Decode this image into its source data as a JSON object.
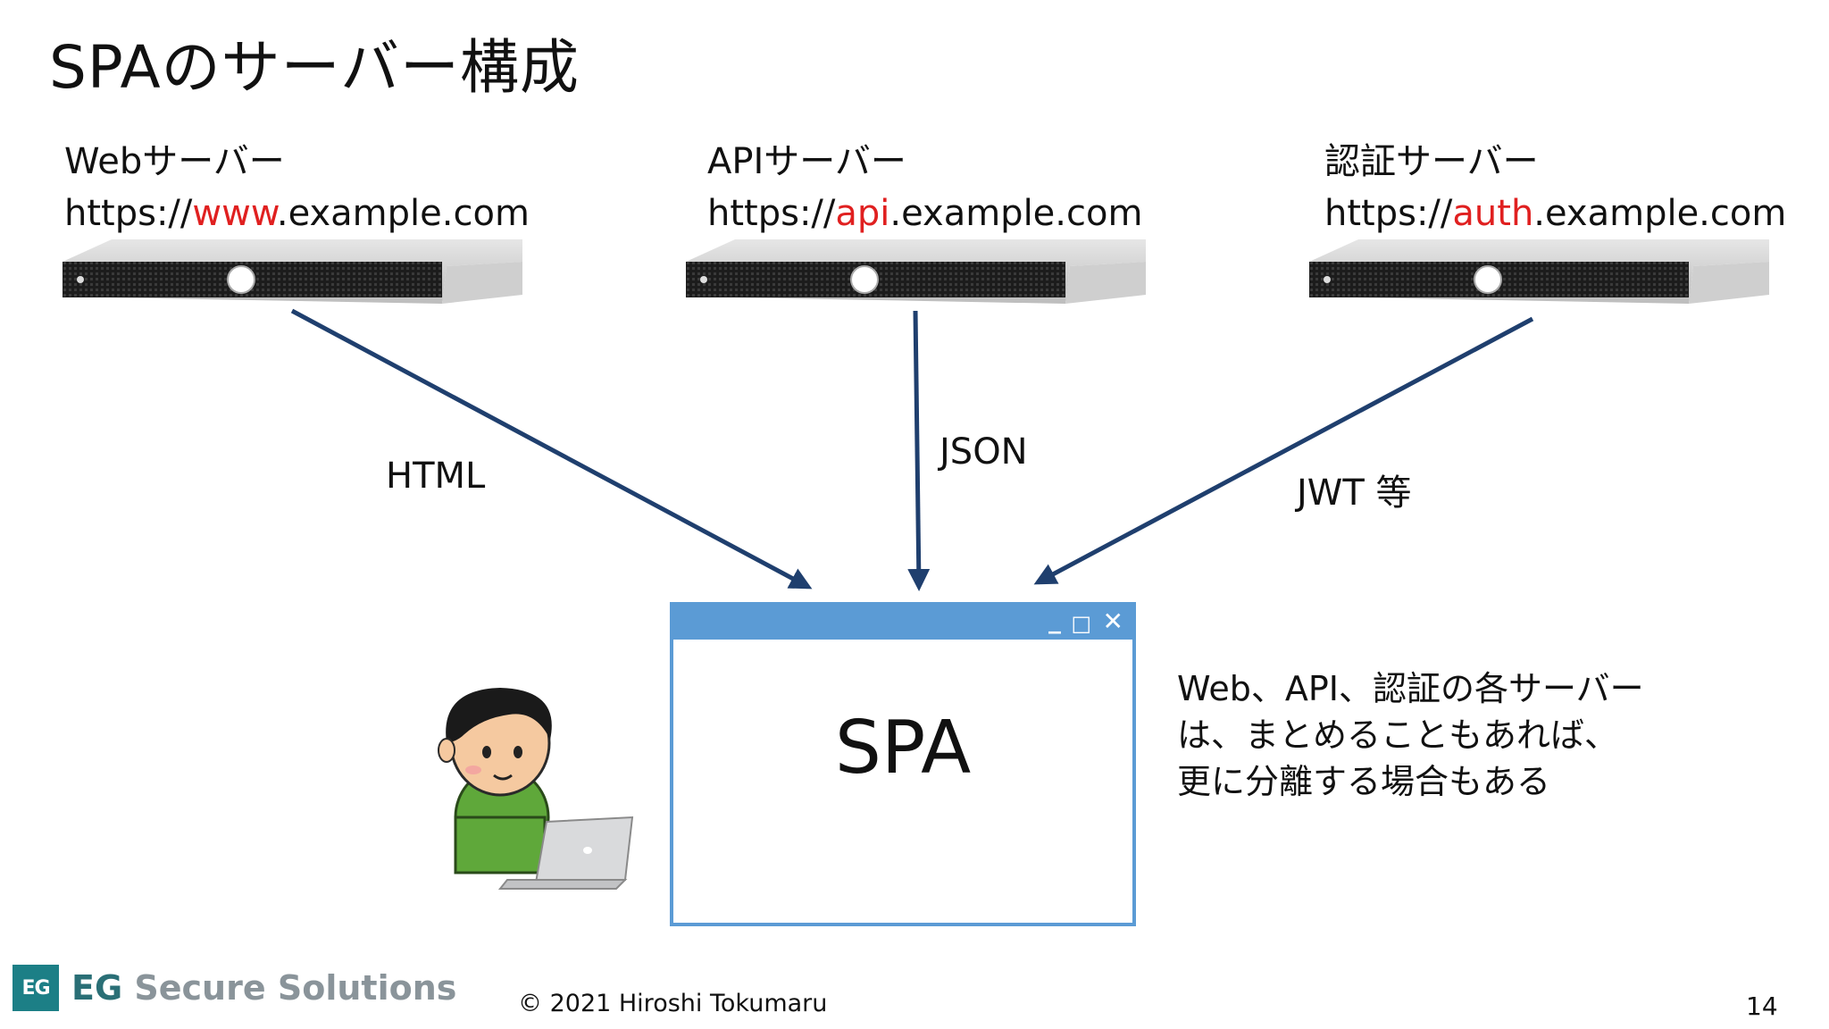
{
  "slide": {
    "title": "SPAのサーバー構成",
    "copyright": "© 2021 Hiroshi Tokumaru",
    "page_number": "14"
  },
  "servers": [
    {
      "name": "Webサーバー",
      "url_prefix": "https://",
      "url_highlight": "www",
      "url_suffix": ".example.com"
    },
    {
      "name": "APIサーバー",
      "url_prefix": "https://",
      "url_highlight": "api",
      "url_suffix": ".example.com"
    },
    {
      "name": "認証サーバー",
      "url_prefix": "https://",
      "url_highlight": "auth",
      "url_suffix": ".example.com"
    }
  ],
  "edges": [
    {
      "from": "Webサーバー",
      "to": "SPA",
      "label": "HTML"
    },
    {
      "from": "APIサーバー",
      "to": "SPA",
      "label": "JSON"
    },
    {
      "from": "認証サーバー",
      "to": "SPA",
      "label": "JWT 等"
    }
  ],
  "spa_window": {
    "label": "SPA"
  },
  "note": {
    "line1": "Web、API、認証の各サーバー",
    "line2": "は、まとめることもあれば、",
    "line3": "更に分離する場合もある"
  },
  "brand": {
    "mark": "EG",
    "name_strong": "EG",
    "name_rest": " Secure Solutions"
  },
  "colors": {
    "arrow": "#1f3f6e",
    "highlight": "#e02020",
    "window": "#5b9bd5",
    "brand": "#1c7f86"
  }
}
